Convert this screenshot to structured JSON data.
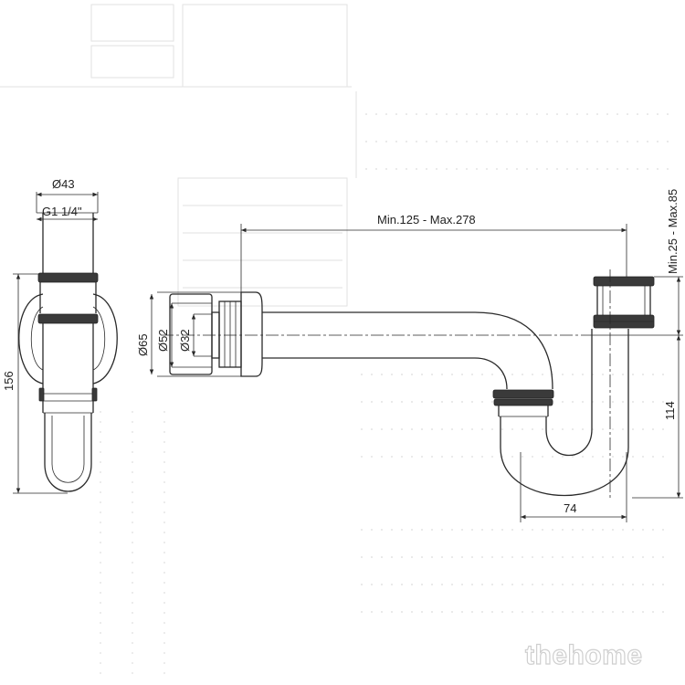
{
  "dimensions": {
    "side_diameter": "Ø43",
    "side_thread": "G1 1/4\"",
    "side_height": "156",
    "length_range": "Min.125 - Max.278",
    "outlet_outer": "Ø65",
    "outlet_mid": "Ø52",
    "outlet_inner": "Ø32",
    "height_range": "Min.25 - Max.85",
    "trap_height": "114",
    "trap_width": "74"
  },
  "watermark": "thehome",
  "colors": {
    "line": "#2a2a2a",
    "ghost": "#e2e2e2",
    "background": "#ffffff"
  }
}
